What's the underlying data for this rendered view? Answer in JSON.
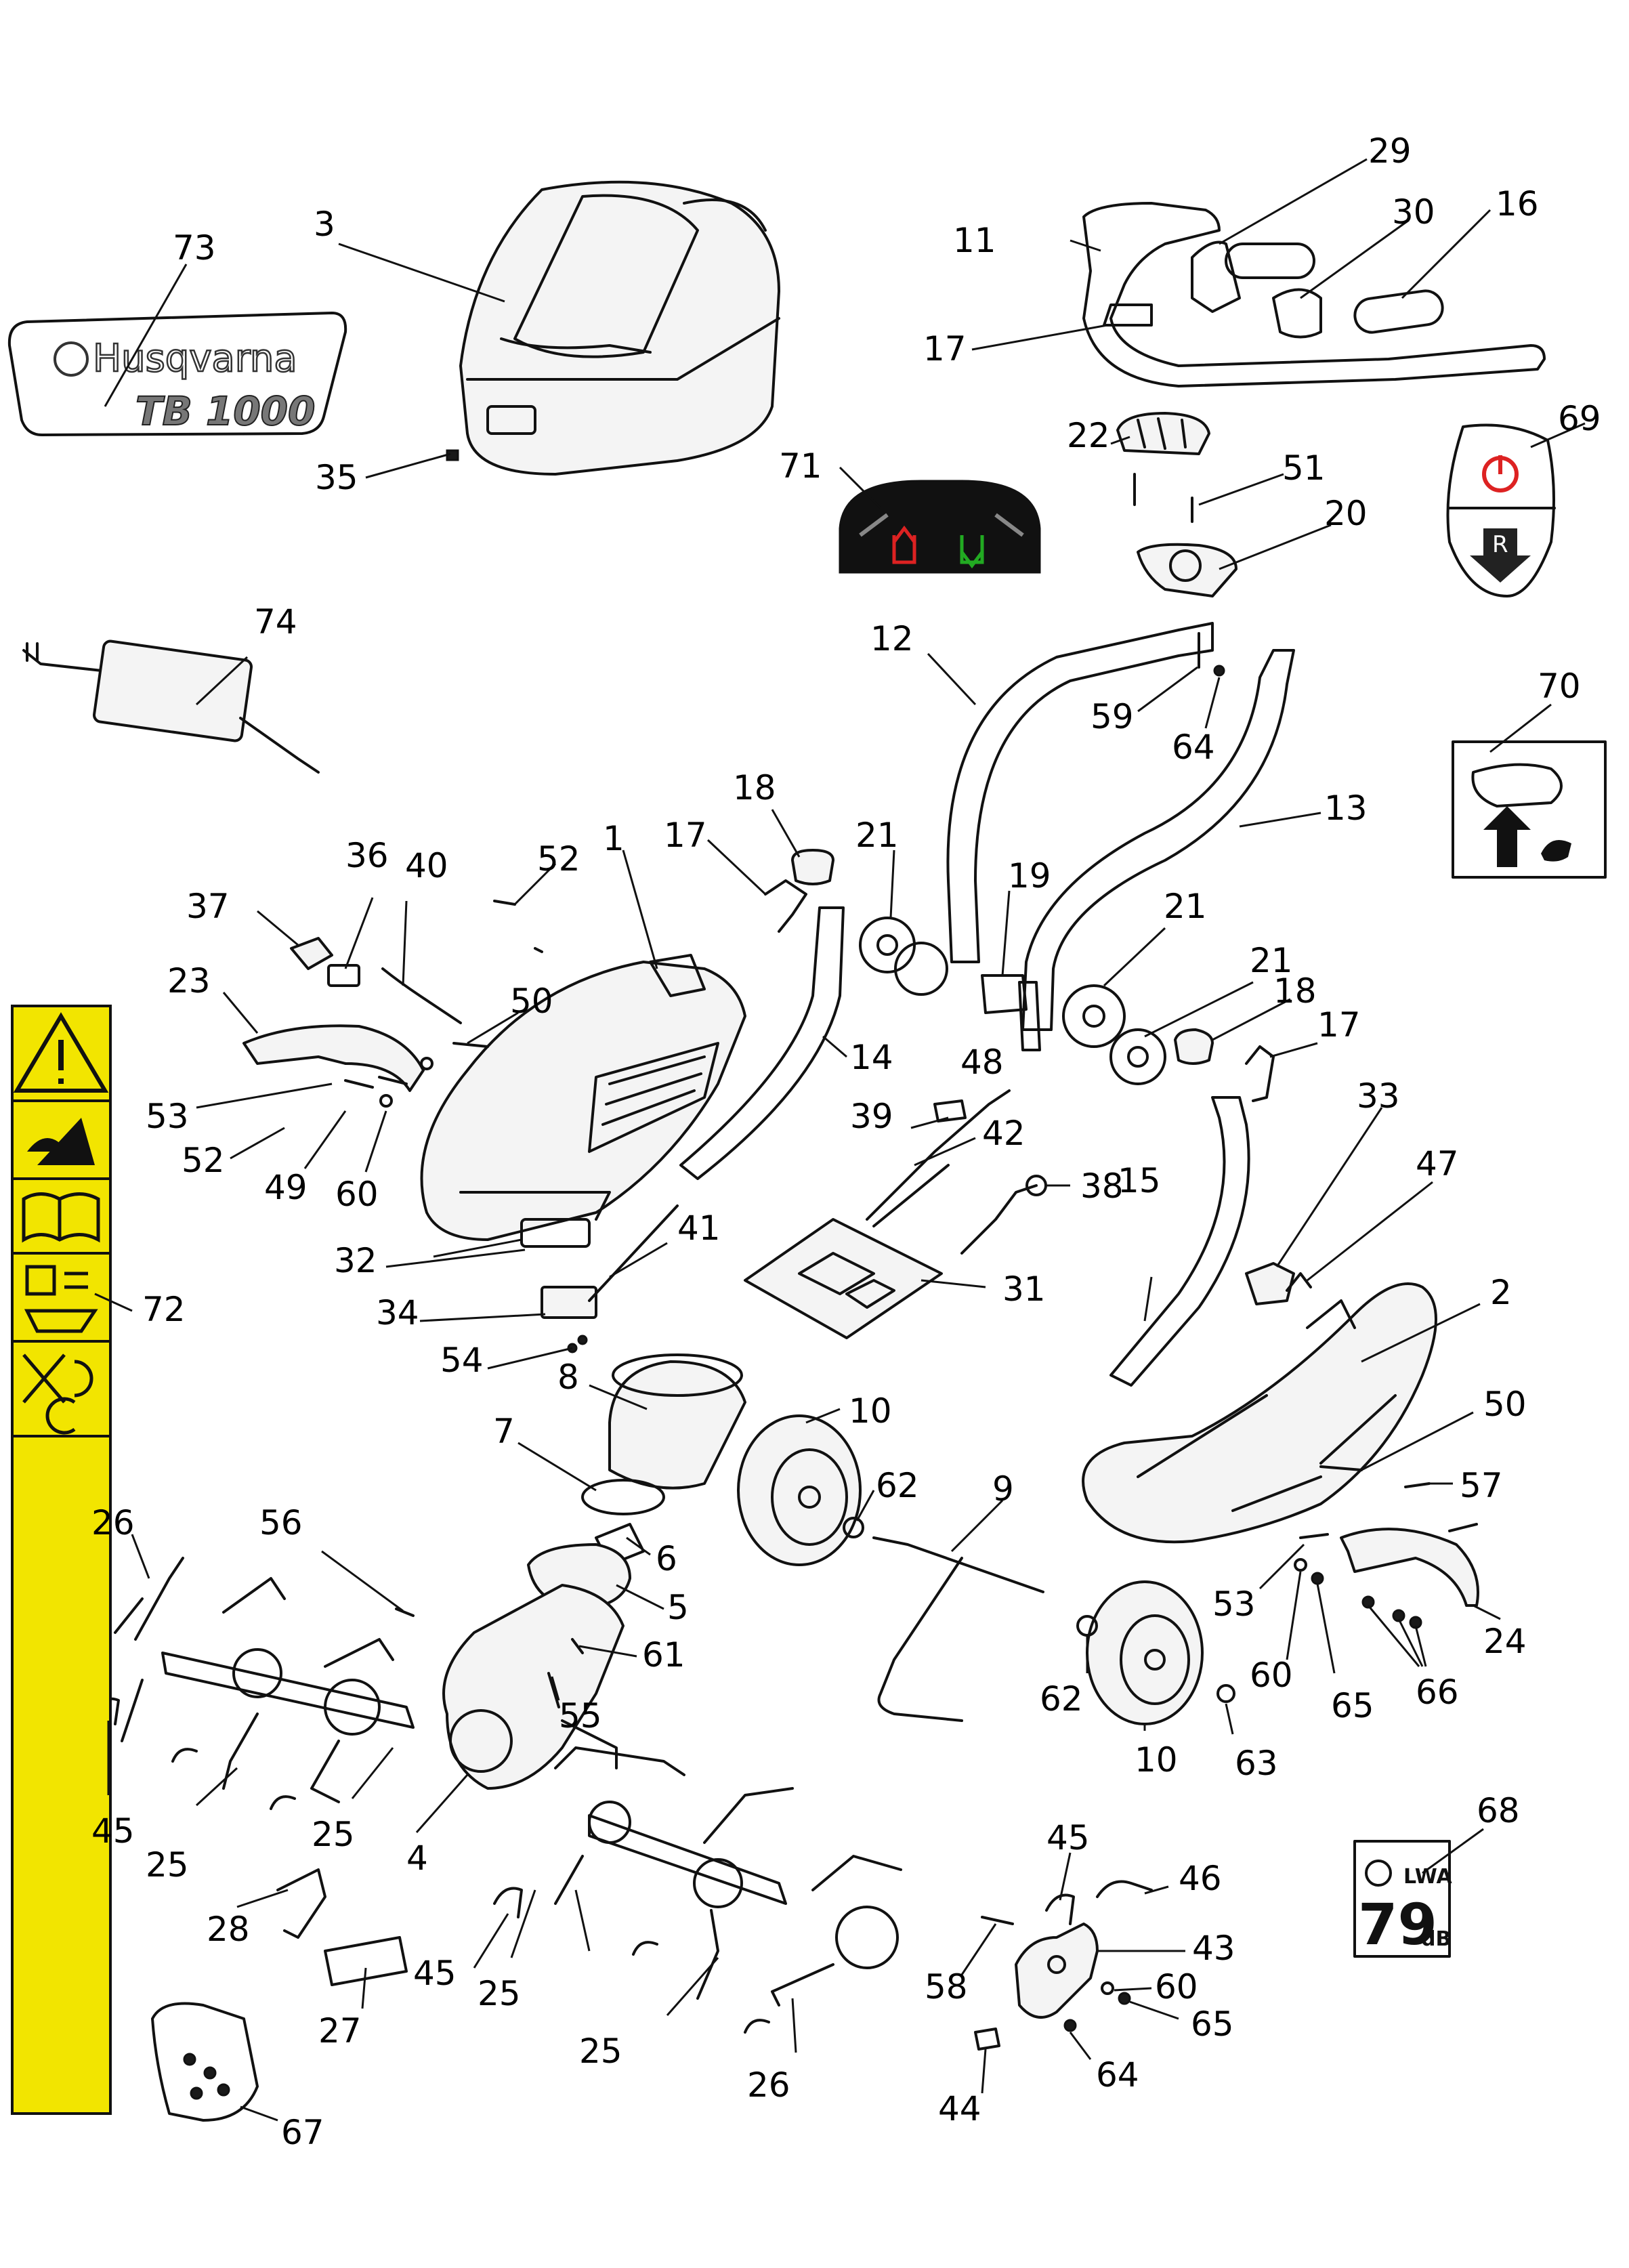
{
  "decal_73": {
    "brand": "Husqvarna",
    "model": "TB 1000"
  },
  "label_68": {
    "value": "79",
    "symbol": "LWA",
    "unit": "dB"
  },
  "label_69": {
    "reverse": "R"
  },
  "callouts": [
    {
      "id": "c1",
      "label": "1"
    },
    {
      "id": "c2",
      "label": "2"
    },
    {
      "id": "c3",
      "label": "3"
    },
    {
      "id": "c4",
      "label": "4"
    },
    {
      "id": "c5",
      "label": "5"
    },
    {
      "id": "c6",
      "label": "6"
    },
    {
      "id": "c7",
      "label": "7"
    },
    {
      "id": "c8",
      "label": "8"
    },
    {
      "id": "c9",
      "label": "9"
    },
    {
      "id": "c10a",
      "label": "10"
    },
    {
      "id": "c10b",
      "label": "10"
    },
    {
      "id": "c11",
      "label": "11"
    },
    {
      "id": "c12",
      "label": "12"
    },
    {
      "id": "c13",
      "label": "13"
    },
    {
      "id": "c14",
      "label": "14"
    },
    {
      "id": "c15",
      "label": "15"
    },
    {
      "id": "c16",
      "label": "16"
    },
    {
      "id": "c17a",
      "label": "17"
    },
    {
      "id": "c17b",
      "label": "17"
    },
    {
      "id": "c17c",
      "label": "17"
    },
    {
      "id": "c18a",
      "label": "18"
    },
    {
      "id": "c18b",
      "label": "18"
    },
    {
      "id": "c19",
      "label": "19"
    },
    {
      "id": "c20",
      "label": "20"
    },
    {
      "id": "c21a",
      "label": "21"
    },
    {
      "id": "c21b",
      "label": "21"
    },
    {
      "id": "c21c",
      "label": "21"
    },
    {
      "id": "c22",
      "label": "22"
    },
    {
      "id": "c23",
      "label": "23"
    },
    {
      "id": "c24",
      "label": "24"
    },
    {
      "id": "c25a",
      "label": "25"
    },
    {
      "id": "c25b",
      "label": "25"
    },
    {
      "id": "c25c",
      "label": "25"
    },
    {
      "id": "c25d",
      "label": "25"
    },
    {
      "id": "c26a",
      "label": "26"
    },
    {
      "id": "c26b",
      "label": "26"
    },
    {
      "id": "c27",
      "label": "27"
    },
    {
      "id": "c28",
      "label": "28"
    },
    {
      "id": "c29",
      "label": "29"
    },
    {
      "id": "c30",
      "label": "30"
    },
    {
      "id": "c31",
      "label": "31"
    },
    {
      "id": "c32",
      "label": "32"
    },
    {
      "id": "c33",
      "label": "33"
    },
    {
      "id": "c34",
      "label": "34"
    },
    {
      "id": "c35",
      "label": "35"
    },
    {
      "id": "c36",
      "label": "36"
    },
    {
      "id": "c37",
      "label": "37"
    },
    {
      "id": "c38",
      "label": "38"
    },
    {
      "id": "c39",
      "label": "39"
    },
    {
      "id": "c40",
      "label": "40"
    },
    {
      "id": "c41",
      "label": "41"
    },
    {
      "id": "c42",
      "label": "42"
    },
    {
      "id": "c43",
      "label": "43"
    },
    {
      "id": "c44",
      "label": "44"
    },
    {
      "id": "c45a",
      "label": "45"
    },
    {
      "id": "c45b",
      "label": "45"
    },
    {
      "id": "c45c",
      "label": "45"
    },
    {
      "id": "c46",
      "label": "46"
    },
    {
      "id": "c47",
      "label": "47"
    },
    {
      "id": "c48",
      "label": "48"
    },
    {
      "id": "c49",
      "label": "49"
    },
    {
      "id": "c50a",
      "label": "50"
    },
    {
      "id": "c50b",
      "label": "50"
    },
    {
      "id": "c51",
      "label": "51"
    },
    {
      "id": "c52a",
      "label": "52"
    },
    {
      "id": "c52b",
      "label": "52"
    },
    {
      "id": "c53a",
      "label": "53"
    },
    {
      "id": "c53b",
      "label": "53"
    },
    {
      "id": "c54",
      "label": "54"
    },
    {
      "id": "c55",
      "label": "55"
    },
    {
      "id": "c56",
      "label": "56"
    },
    {
      "id": "c57",
      "label": "57"
    },
    {
      "id": "c58",
      "label": "58"
    },
    {
      "id": "c59",
      "label": "59"
    },
    {
      "id": "c60a",
      "label": "60"
    },
    {
      "id": "c60b",
      "label": "60"
    },
    {
      "id": "c60c",
      "label": "60"
    },
    {
      "id": "c61",
      "label": "61"
    },
    {
      "id": "c62a",
      "label": "62"
    },
    {
      "id": "c62b",
      "label": "62"
    },
    {
      "id": "c63",
      "label": "63"
    },
    {
      "id": "c64a",
      "label": "64"
    },
    {
      "id": "c64b",
      "label": "64"
    },
    {
      "id": "c65a",
      "label": "65"
    },
    {
      "id": "c65b",
      "label": "65"
    },
    {
      "id": "c66",
      "label": "66"
    },
    {
      "id": "c67",
      "label": "67"
    },
    {
      "id": "c68",
      "label": "68"
    },
    {
      "id": "c69",
      "label": "69"
    },
    {
      "id": "c70",
      "label": "70"
    },
    {
      "id": "c71",
      "label": "71"
    },
    {
      "id": "c72",
      "label": "72"
    },
    {
      "id": "c73",
      "label": "73"
    },
    {
      "id": "c74",
      "label": "74"
    }
  ]
}
